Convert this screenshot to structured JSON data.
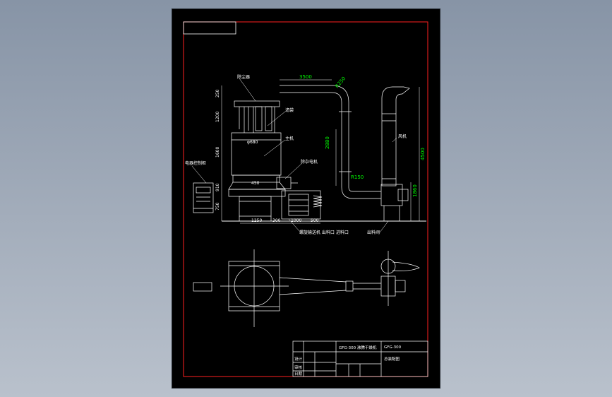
{
  "colors": {
    "background_top": "#8794a6",
    "sheet": "#000000",
    "border": "#ff2020",
    "line": "#ffffff",
    "dimension": "#00ff00"
  },
  "dimensions": {
    "d3500": "3500",
    "r250": "R250",
    "d2880": "2880",
    "d4500": "4500",
    "d1860": "1860",
    "r150": "R150",
    "d250": "250",
    "d1200": "1200",
    "d1600": "1600",
    "d910": "910",
    "d750": "750",
    "d680": "φ680",
    "d1250": "1250",
    "d300": "300",
    "d1000": "1000",
    "d500": "500",
    "d450": "450"
  },
  "labels": {
    "l1": "除尘器",
    "l2": "滤袋",
    "l3": "主机",
    "l4": "电器控制柜",
    "l5": "除杂电机",
    "l6": "风机",
    "l7": "出料阀",
    "l8": "螺旋输送机 出料口 进料口"
  },
  "title_block": {
    "t1": "GFG-300 沸腾干燥机",
    "t2": "GFG-300",
    "t3": "总装配图",
    "t4": "设计",
    "t5": "审核",
    "t6": "日期"
  }
}
